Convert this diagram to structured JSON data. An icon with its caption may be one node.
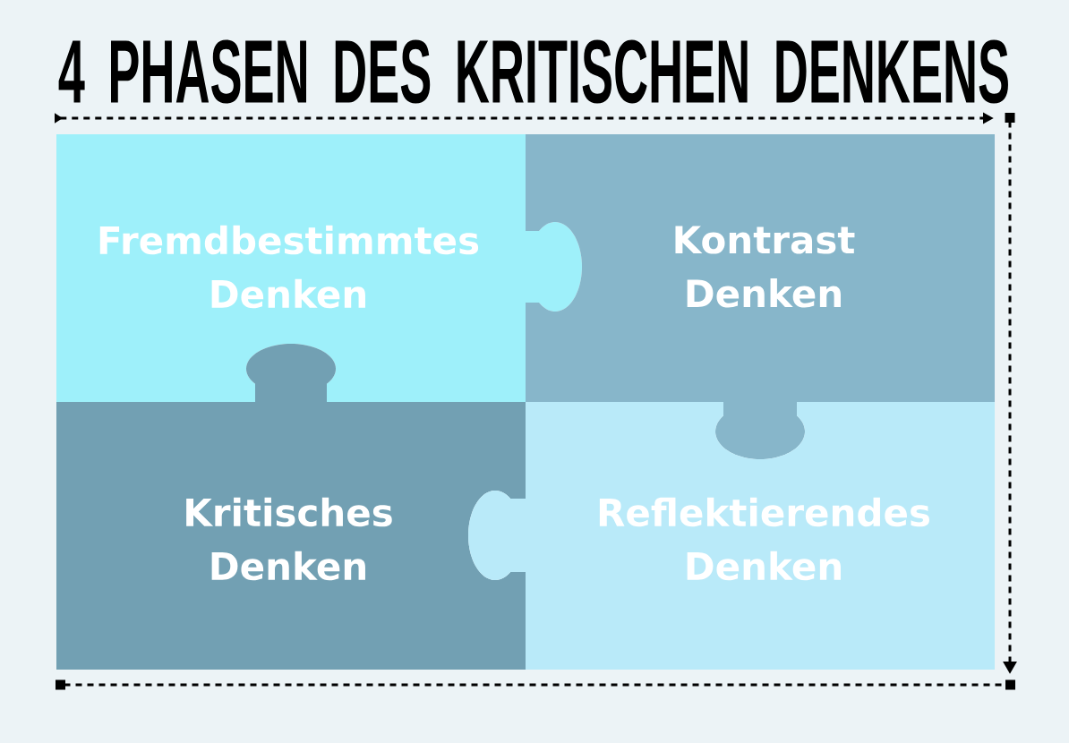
{
  "diagram": {
    "title": "4 PHASEN DES KRITISCHEN DENKENS",
    "nodes": [
      {
        "text": [
          "Fremdbestimmtes Denken"
        ]
      },
      {
        "text": [
          "Kontrast Denken"
        ]
      },
      {
        "text": [
          "Kritisches Denken"
        ]
      },
      {
        "text": [
          "Reflektierendes Denken"
        ]
      }
    ]
  }
}
